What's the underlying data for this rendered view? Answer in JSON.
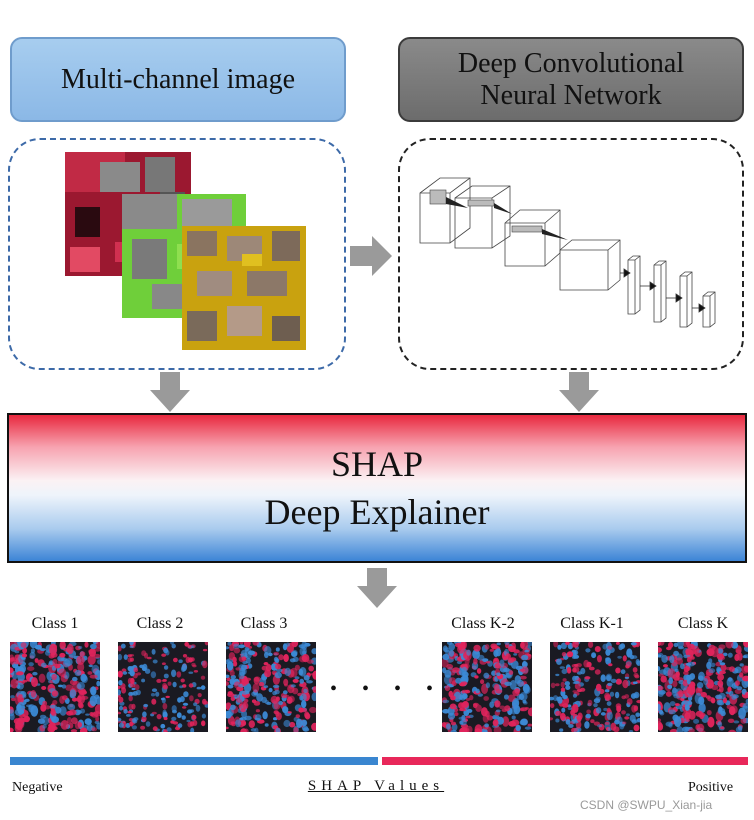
{
  "inputs": {
    "multichannel_title": "Multi-channel image",
    "cnn_title_line1": "Deep Convolutional",
    "cnn_title_line2": "Neural Network"
  },
  "explainer": {
    "line1": "SHAP",
    "line2": "Deep Explainer"
  },
  "classes": [
    {
      "label": "Class 1"
    },
    {
      "label": "Class 2"
    },
    {
      "label": "Class 3"
    },
    {
      "label": "Class K-2"
    },
    {
      "label": "Class K-1"
    },
    {
      "label": "Class K"
    }
  ],
  "ellipsis": "• • • •",
  "scale": {
    "negative_label": "Negative",
    "positive_label": "Positive",
    "title": "SHAP Values",
    "negative_color": "#3a86d0",
    "positive_color": "#e8285a"
  },
  "watermark": "CSDN @SWPU_Xian-jia",
  "colors": {
    "arrow": "#9a9a9a",
    "map_red": "#e0245c",
    "map_blue": "#3c8ad6"
  }
}
